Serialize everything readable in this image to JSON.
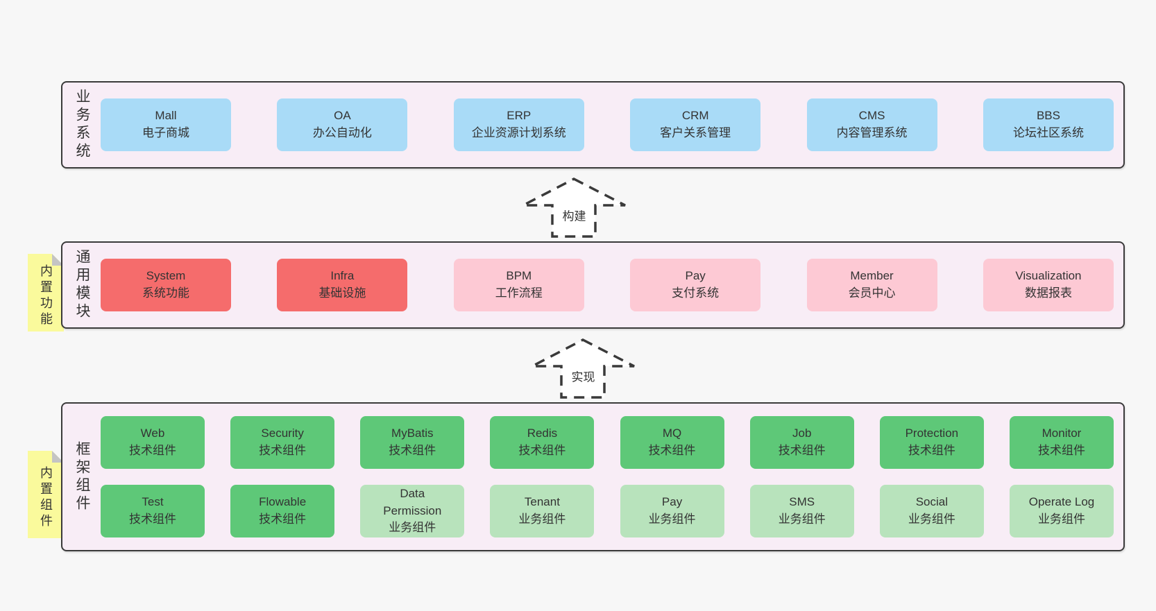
{
  "colors": {
    "page_bg": "#f7f7f7",
    "band_bg": "#f8edf6",
    "band_border": "#3a3a3a",
    "blue_box": "#a9dbf7",
    "red_box": "#f56c6c",
    "pink_box": "#fdc9d4",
    "green_box": "#5ec878",
    "light_green_box": "#b8e3bc",
    "sticky_yellow": "#fafa9c",
    "sticky_fold": "#c4c4c4",
    "text": "#333333"
  },
  "band1": {
    "label": "业务系统",
    "boxes": [
      {
        "en": "Mall",
        "zh": "电子商城"
      },
      {
        "en": "OA",
        "zh": "办公自动化"
      },
      {
        "en": "ERP",
        "zh": "企业资源计划系统"
      },
      {
        "en": "CRM",
        "zh": "客户关系管理"
      },
      {
        "en": "CMS",
        "zh": "内容管理系统"
      },
      {
        "en": "BBS",
        "zh": "论坛社区系统"
      }
    ]
  },
  "arrows": [
    {
      "label": "构建"
    },
    {
      "label": "实现"
    }
  ],
  "band2": {
    "label": "通用模块",
    "sticky": "内置功能",
    "boxes": [
      {
        "en": "System",
        "zh": "系统功能"
      },
      {
        "en": "Infra",
        "zh": "基础设施"
      },
      {
        "en": "BPM",
        "zh": "工作流程"
      },
      {
        "en": "Pay",
        "zh": "支付系统"
      },
      {
        "en": "Member",
        "zh": "会员中心"
      },
      {
        "en": "Visualization",
        "zh": "数据报表"
      }
    ]
  },
  "band3": {
    "label": "框架组件",
    "sticky": "内置组件",
    "row1": [
      {
        "en": "Web",
        "zh": "技术组件"
      },
      {
        "en": "Security",
        "zh": "技术组件"
      },
      {
        "en": "MyBatis",
        "zh": "技术组件"
      },
      {
        "en": "Redis",
        "zh": "技术组件"
      },
      {
        "en": "MQ",
        "zh": "技术组件"
      },
      {
        "en": "Job",
        "zh": "技术组件"
      },
      {
        "en": "Protection",
        "zh": "技术组件"
      },
      {
        "en": "Monitor",
        "zh": "技术组件"
      }
    ],
    "row2": [
      {
        "en": "Test",
        "zh": "技术组件"
      },
      {
        "en": "Flowable",
        "zh": "技术组件"
      },
      {
        "en": "Data Permission",
        "zh": "业务组件"
      },
      {
        "en": "Tenant",
        "zh": "业务组件"
      },
      {
        "en": "Pay",
        "zh": "业务组件"
      },
      {
        "en": "SMS",
        "zh": "业务组件"
      },
      {
        "en": "Social",
        "zh": "业务组件"
      },
      {
        "en": "Operate Log",
        "zh": "业务组件"
      }
    ]
  }
}
